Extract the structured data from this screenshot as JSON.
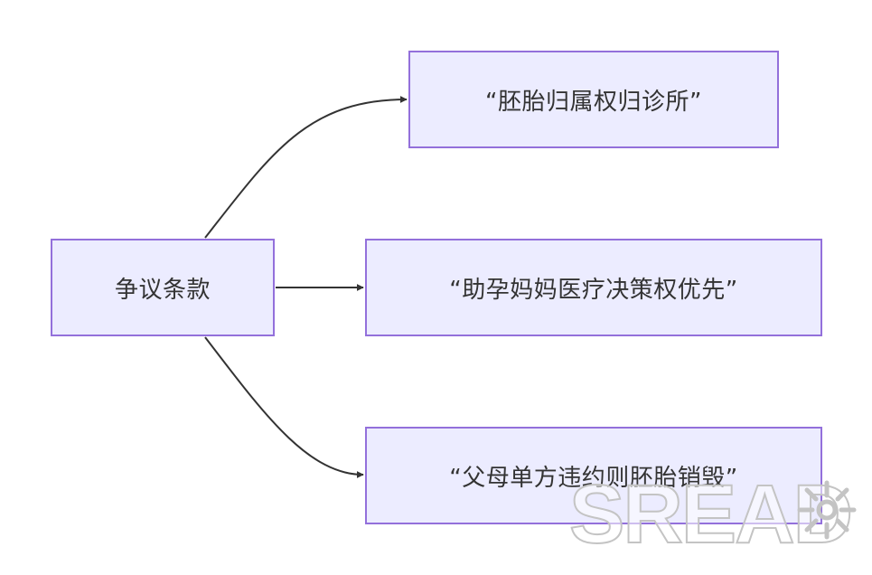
{
  "diagram": {
    "root": {
      "label": "争议条款"
    },
    "children": [
      {
        "label": "“胚胎归属权归诊所”"
      },
      {
        "label": "“助孕妈妈医疗决策权优先”"
      },
      {
        "label": "“父母单方违约则胚胎销毁”"
      }
    ],
    "colors": {
      "node_fill": "#ECECFF",
      "node_border": "#9370DB",
      "text": "#333333",
      "edge": "#333333"
    }
  },
  "watermark": {
    "text": "SREAD",
    "icon": "sun-spark-icon"
  }
}
